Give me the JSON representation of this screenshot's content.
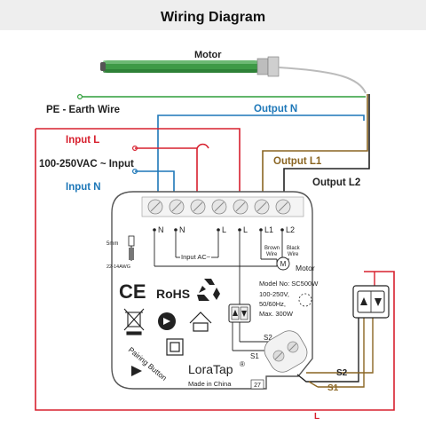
{
  "title": "Wiring Diagram",
  "labels": {
    "motor_top": "Motor",
    "pe": "PE - Earth Wire",
    "output_n": "Output N",
    "input_l": "Input L",
    "voltage": "100-250VAC ~ Input",
    "input_n": "Input N",
    "output_l1": "Output L1",
    "output_l2": "Output L2"
  },
  "module": {
    "terminals": [
      "N",
      "N",
      "L",
      "L",
      "L1",
      "L2"
    ],
    "wire_gauge": "5mm",
    "awg": "22-14AWG",
    "input_ac": "Input  AC~",
    "brown_wire": "Brown\nWire",
    "black_wire": "Black\nWire",
    "motor_symbol": "M",
    "motor_label": "Motor",
    "model": "Model No: SC500W",
    "spec1": "100-250V,",
    "spec2": "50/60Hz,",
    "spec3": "Max. 300W",
    "ce": "CE",
    "rohs": "RoHS",
    "s2": "S2",
    "s1": "S1",
    "pairing": "Pairing Button",
    "brand": "LoraTap",
    "reg": "®",
    "made_in": "Made in China",
    "badge": "27"
  },
  "external": {
    "s2": "S2",
    "s1": "S1",
    "l": "L"
  },
  "colors": {
    "red": "#d7202e",
    "blue": "#1d77b8",
    "brown": "#8a6522",
    "green": "#2f9e3a",
    "black": "#222222",
    "gray": "#9a9a9a",
    "teal": "#1d77b8"
  }
}
